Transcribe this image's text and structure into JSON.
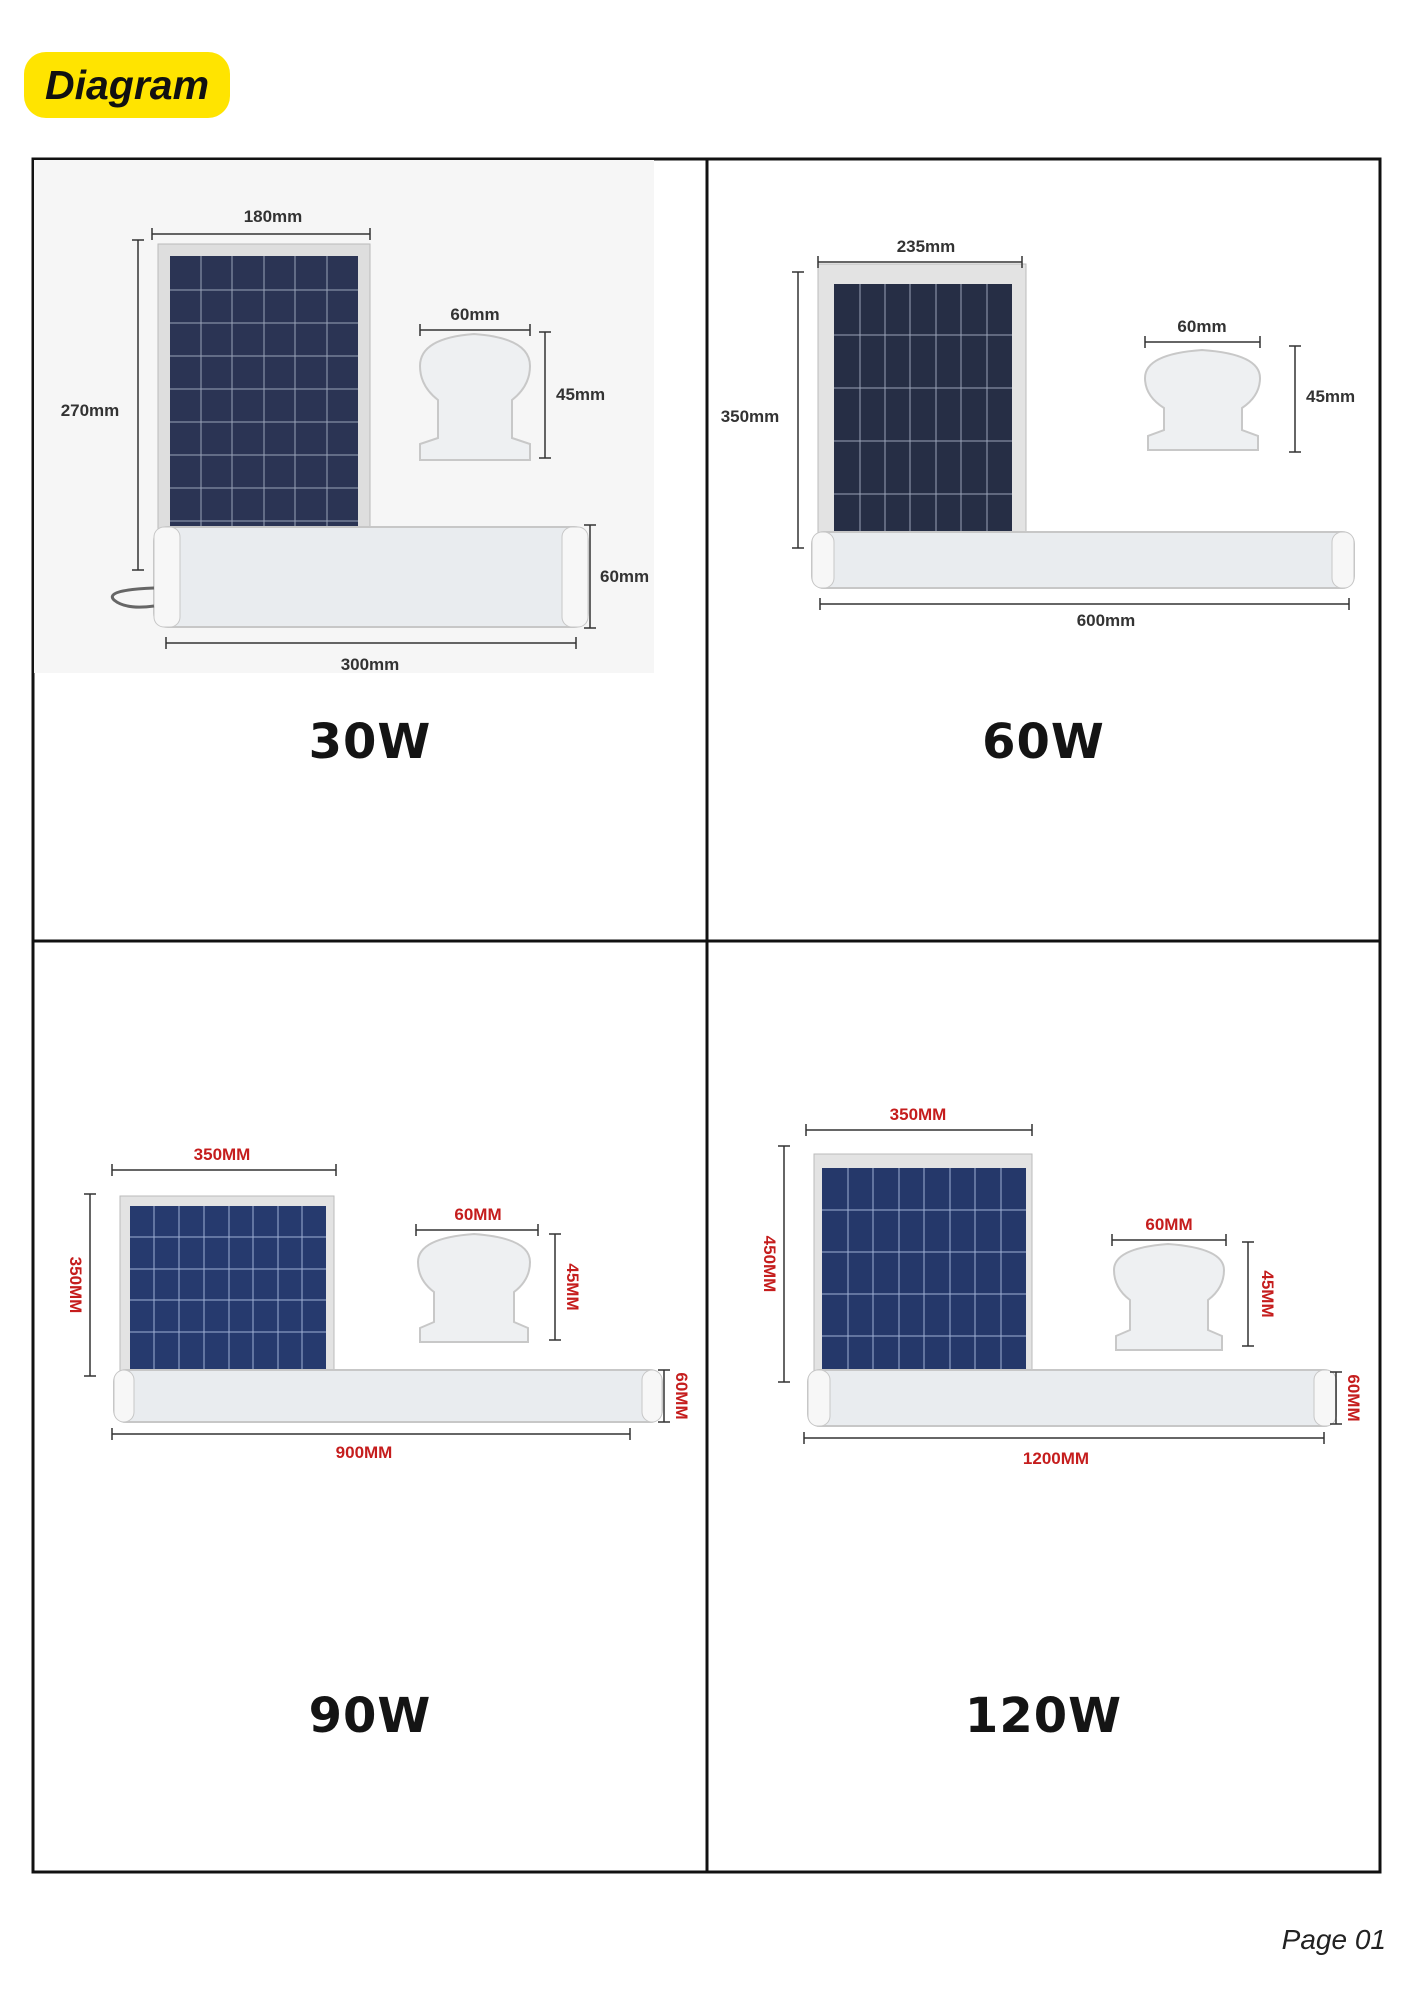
{
  "header": {
    "label": "Diagram"
  },
  "cells": [
    {
      "watt": "30W",
      "dims": {
        "panel_width": "180mm",
        "panel_height": "270mm",
        "cap_width": "60mm",
        "cap_height": "45mm",
        "tube_height": "60mm",
        "tube_length": "300mm"
      }
    },
    {
      "watt": "60W",
      "dims": {
        "panel_width": "235mm",
        "panel_height": "350mm",
        "cap_width": "60mm",
        "cap_height": "45mm",
        "tube_length": "600mm"
      }
    },
    {
      "watt": "90W",
      "dims": {
        "panel_width": "350MM",
        "panel_height": "350MM",
        "cap_width": "60MM",
        "cap_height": "45MM",
        "tube_height": "60MM",
        "tube_length": "900MM"
      }
    },
    {
      "watt": "120W",
      "dims": {
        "panel_width": "350MM",
        "panel_height": "450MM",
        "cap_width": "60MM",
        "cap_height": "45MM",
        "tube_height": "60MM",
        "tube_length": "1200MM"
      }
    }
  ],
  "footer": {
    "page": "Page 01"
  }
}
